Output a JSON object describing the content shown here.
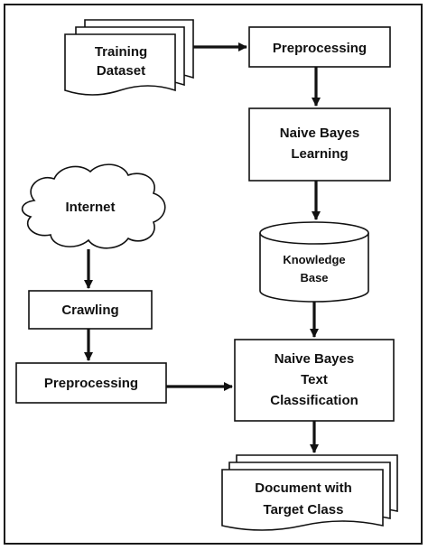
{
  "diagram": {
    "nodes": {
      "training_dataset": {
        "line1": "Training",
        "line2": "Dataset"
      },
      "preprocessing_top": {
        "label": "Preprocessing"
      },
      "nb_learning": {
        "line1": "Naive Bayes",
        "line2": "Learning"
      },
      "internet": {
        "label": "Internet"
      },
      "knowledge_base": {
        "line1": "Knowledge",
        "line2": "Base"
      },
      "crawling": {
        "label": "Crawling"
      },
      "preprocessing_left": {
        "label": "Preprocessing"
      },
      "nb_classification": {
        "line1": "Naive Bayes",
        "line2": "Text",
        "line3": "Classification"
      },
      "document_target": {
        "line1": "Document with",
        "line2": "Target Class"
      }
    }
  }
}
